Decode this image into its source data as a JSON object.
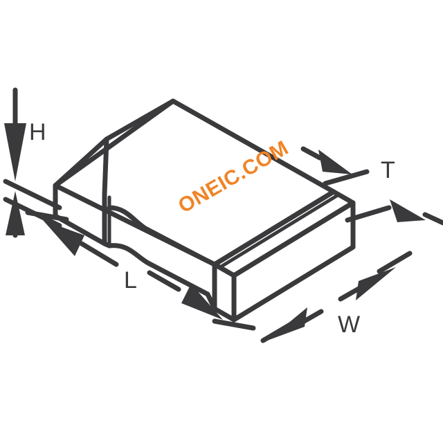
{
  "document": {
    "type": "technical-drawing",
    "subject": "SMD chip component isometric outline with dimension callouts",
    "background_color": "#ffffff",
    "line_color": "#3a3a3c",
    "watermark_color": "#f08426"
  },
  "dimensions": {
    "height": {
      "label": "H",
      "name": "height-dimension"
    },
    "thickness": {
      "label": "T",
      "name": "thickness-dimension"
    },
    "length": {
      "label": "L",
      "name": "length-dimension"
    },
    "width": {
      "label": "W",
      "name": "width-dimension"
    }
  },
  "watermark": {
    "text": "ONEIC.COM"
  }
}
